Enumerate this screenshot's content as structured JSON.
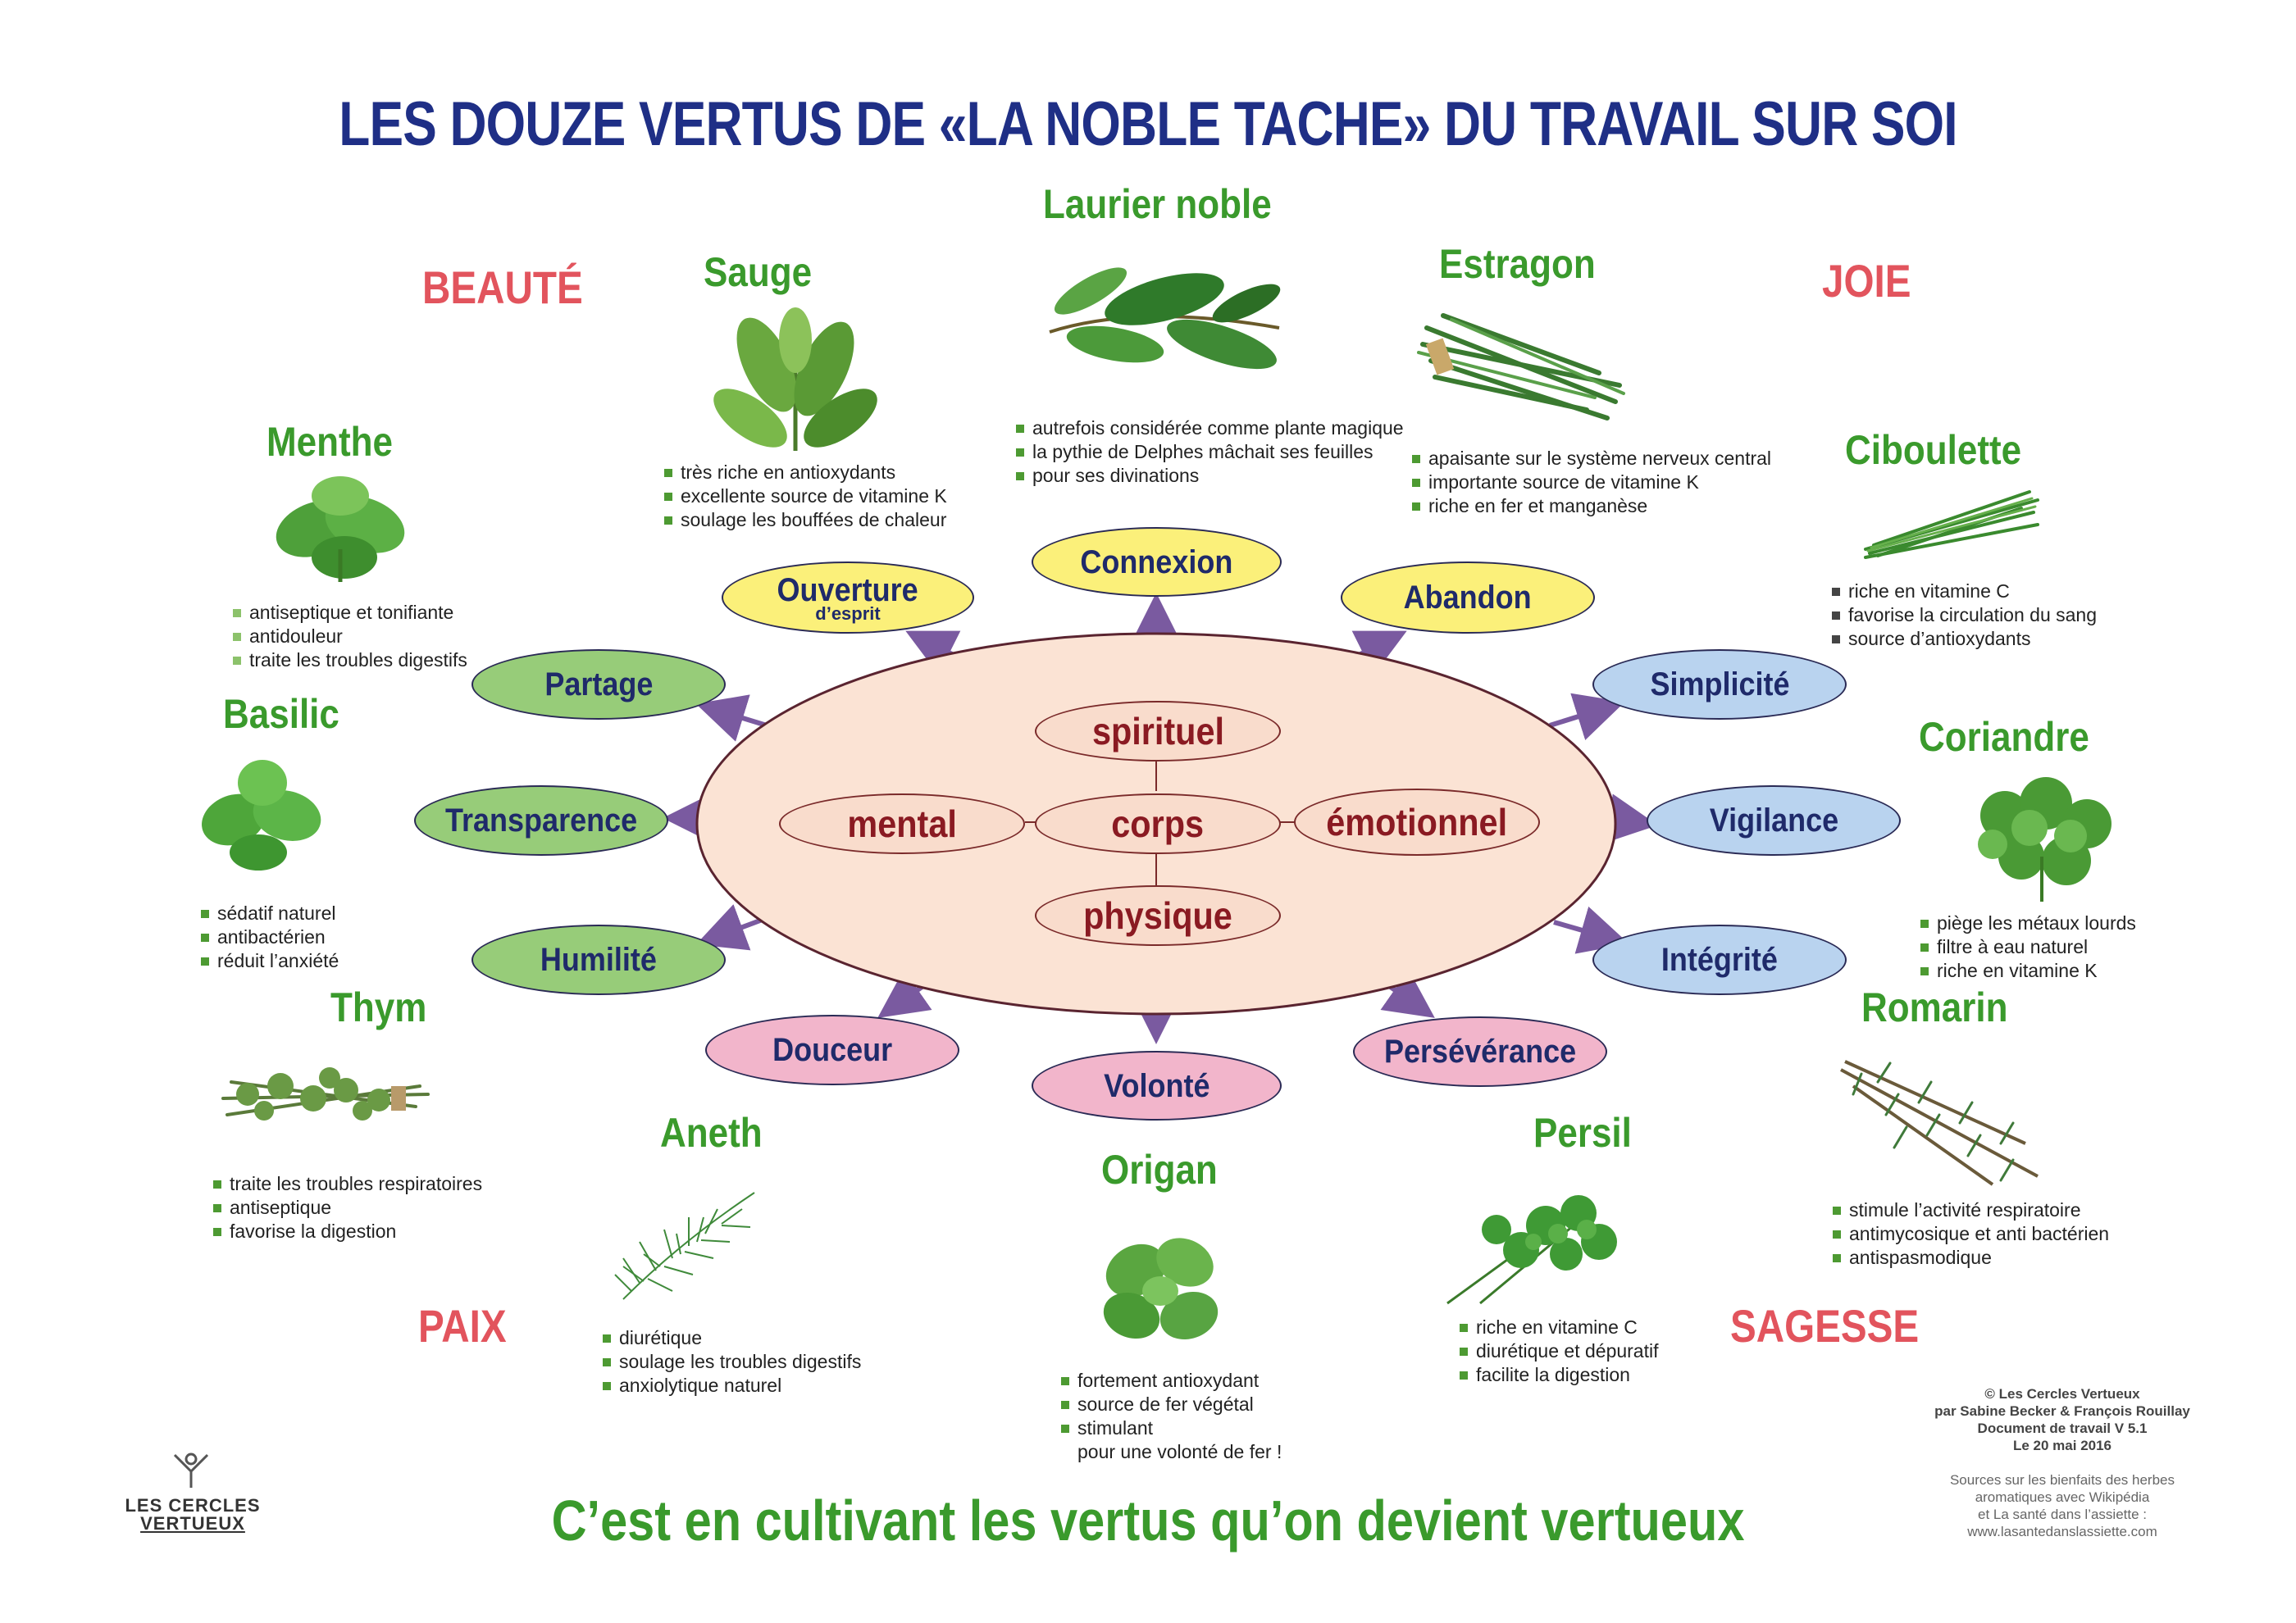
{
  "title": "LES DOUZE VERTUS DE «LA NOBLE TACHE» DU TRAVAIL SUR SOI",
  "slogan": "C’est en cultivant les vertus qu’on devient vertueux",
  "categories": {
    "beaute": "BEAUTÉ",
    "joie": "JOIE",
    "paix": "PAIX",
    "sagesse": "SAGESSE"
  },
  "core": {
    "spirituel": "spirituel",
    "mental": "mental",
    "corps": "corps",
    "emotionnel": "émotionnel",
    "physique": "physique"
  },
  "virtues": {
    "connexion": "Connexion",
    "ouverture": "Ouverture",
    "ouverture_sub": "d’esprit",
    "abandon": "Abandon",
    "partage": "Partage",
    "simplicite": "Simplicité",
    "transparence": "Transparence",
    "vigilance": "Vigilance",
    "humilite": "Humilité",
    "integrite": "Intégrité",
    "douceur": "Douceur",
    "perseverance": "Persévérance",
    "volonte": "Volonté"
  },
  "herbs": {
    "laurier": {
      "name": "Laurier noble",
      "benefits": [
        "autrefois considérée comme plante magique",
        "la pythie de Delphes mâchait ses feuilles",
        "pour ses divinations"
      ]
    },
    "sauge": {
      "name": "Sauge",
      "benefits": [
        "très riche en antioxydants",
        "excellente source de vitamine K",
        "soulage les bouffées de chaleur"
      ]
    },
    "estragon": {
      "name": "Estragon",
      "benefits": [
        "apaisante sur le système nerveux central",
        "importante source de vitamine K",
        "riche en fer et manganèse"
      ]
    },
    "menthe": {
      "name": "Menthe",
      "benefits": [
        "antiseptique et tonifiante",
        "antidouleur",
        "traite les troubles digestifs"
      ]
    },
    "ciboulette": {
      "name": "Ciboulette",
      "benefits": [
        "riche en vitamine C",
        "favorise la circulation du sang",
        "source d’antioxydants"
      ]
    },
    "basilic": {
      "name": "Basilic",
      "benefits": [
        "sédatif naturel",
        "antibactérien",
        "réduit l’anxiété"
      ]
    },
    "coriandre": {
      "name": "Coriandre",
      "benefits": [
        "piège les métaux lourds",
        "filtre à eau naturel",
        "riche en vitamine K"
      ]
    },
    "thym": {
      "name": "Thym",
      "benefits": [
        "traite les troubles respiratoires",
        "antiseptique",
        "favorise la digestion"
      ]
    },
    "romarin": {
      "name": "Romarin",
      "benefits": [
        "stimule l’activité respiratoire",
        "antimycosique et anti bactérien",
        "antispasmodique"
      ]
    },
    "aneth": {
      "name": "Aneth",
      "benefits": [
        "diurétique",
        "soulage les troubles digestifs",
        "anxiolytique naturel"
      ]
    },
    "origan": {
      "name": "Origan",
      "benefits": [
        "fortement antioxydant",
        "source de fer végétal",
        "stimulant",
        "pour une volonté de fer !"
      ]
    },
    "persil": {
      "name": "Persil",
      "benefits": [
        "riche en vitamine C",
        "diurétique et dépuratif",
        "facilite la digestion"
      ]
    }
  },
  "credits": {
    "line1": "© Les Cercles Vertueux",
    "line2": "par Sabine Becker & François Rouillay",
    "line3": "Document de travail V 5.1",
    "line4": "Le 20 mai 2016"
  },
  "sources": {
    "line1": "Sources sur les bienfaits des herbes",
    "line2": "aromatiques avec Wikipédia",
    "line3": "et La santé dans l’assiette :",
    "line4": "www.lasantedanslassiette.com"
  },
  "logo": {
    "line1": "LES CERCLES",
    "line2": "VERTUEUX"
  },
  "colors": {
    "title": "#1f2f86",
    "category": "#e2545d",
    "herb_name": "#3a9a2c",
    "virtue_yellow": "#fbf07a",
    "virtue_green": "#97cc79",
    "virtue_blue": "#b9d3ef",
    "virtue_pink": "#f2b5cb",
    "core_fill": "#f9dccc",
    "core_text": "#8a1a22"
  }
}
